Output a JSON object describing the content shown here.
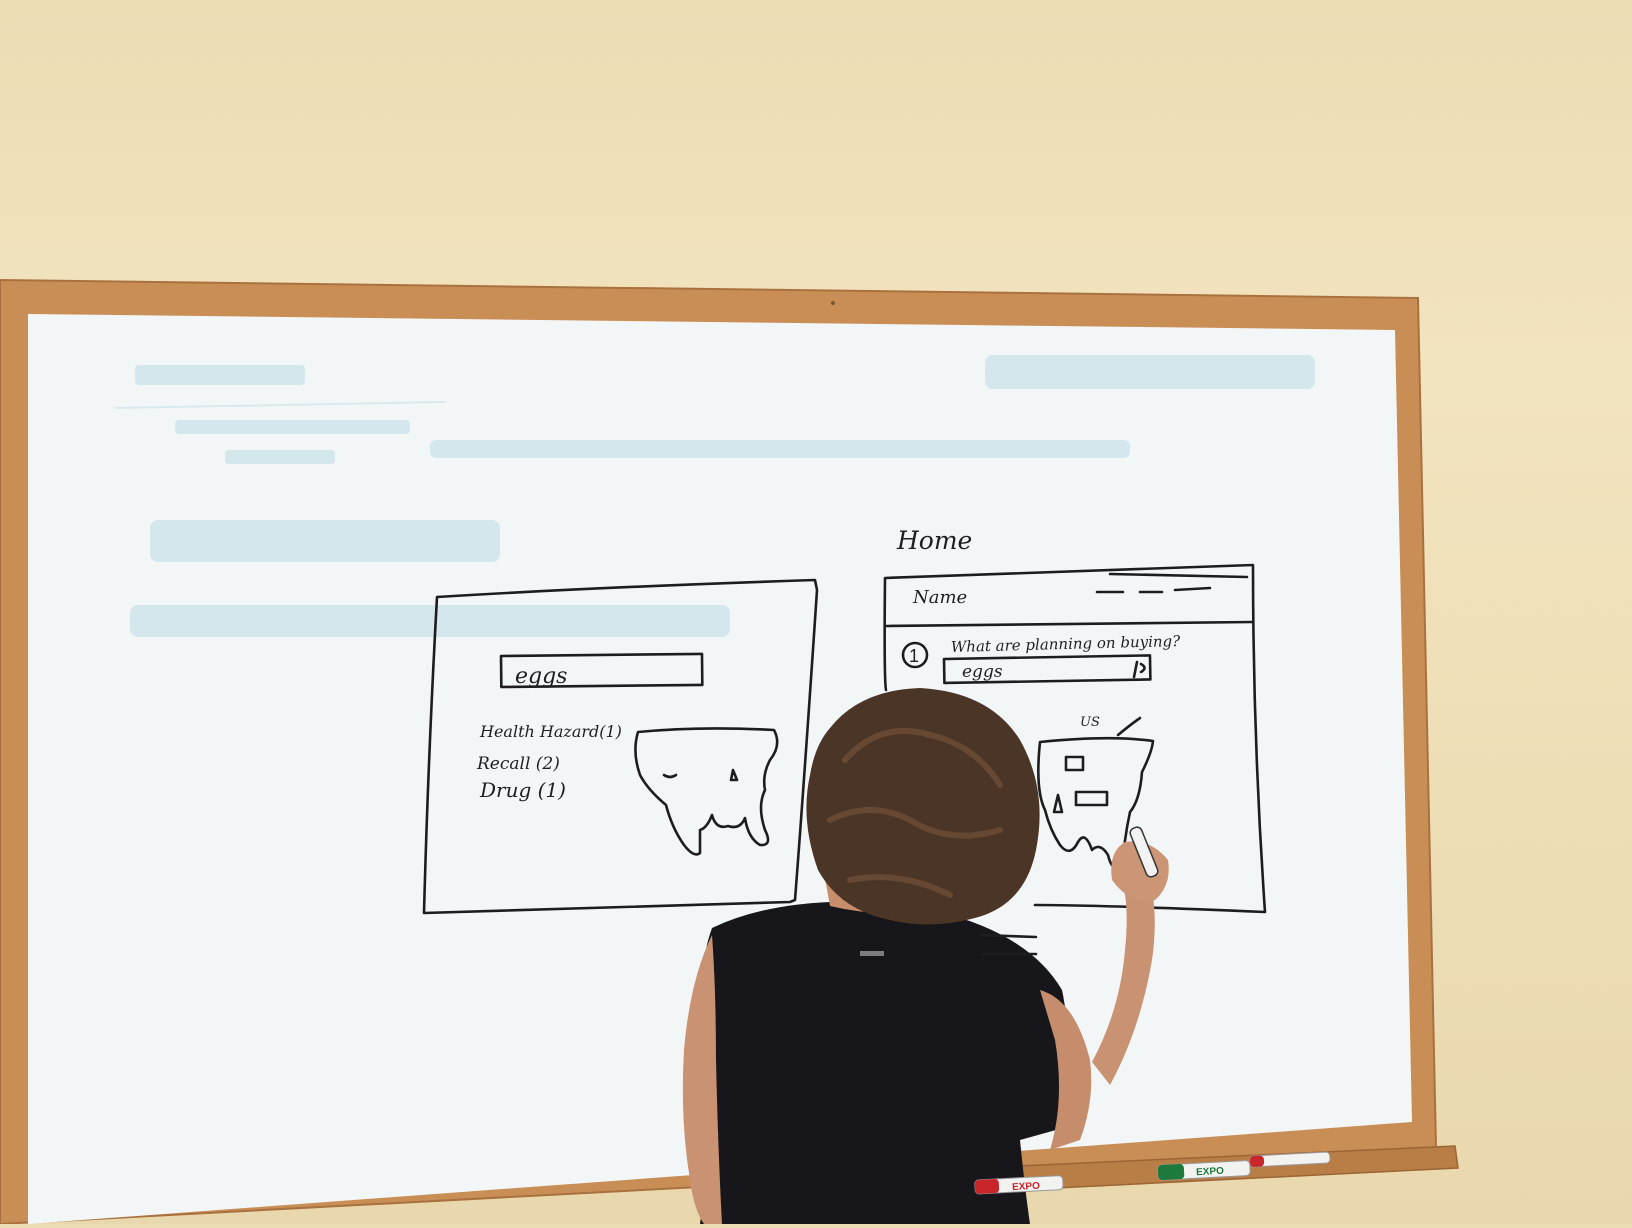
{
  "left_sketch": {
    "search_value": "eggs",
    "results": [
      {
        "label": "Health Hazard(1)"
      },
      {
        "label": "Recall (2)"
      },
      {
        "label": "Drug (1)"
      }
    ]
  },
  "right_sketch": {
    "heading": "Home",
    "name_label": "Name",
    "step_number": "1",
    "question": "What are planning on buying?",
    "search_value": "eggs",
    "map_label": "US"
  },
  "markers": [
    {
      "brand": "EXPO",
      "cap_color": "#c8262b"
    },
    {
      "brand": "EXPO",
      "cap_color": "#1e7a3c"
    }
  ],
  "colors": {
    "wall": "#ecdcb4",
    "frame": "#c98e55",
    "board": "#f3f6f7",
    "ink": "#1d1d20",
    "faded_ink": "#b9dbe6"
  }
}
